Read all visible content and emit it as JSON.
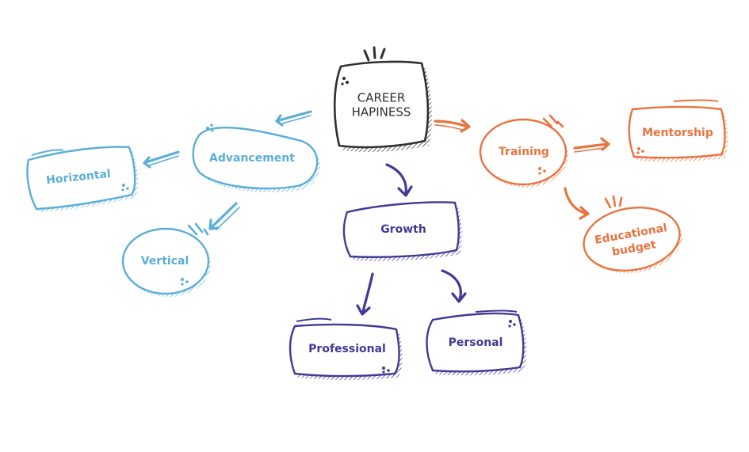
{
  "colors": {
    "center": "#2f2f2f",
    "blue": "#5aaed8",
    "indigo": "#3f3b96",
    "orange": "#e8733f"
  },
  "nodes": {
    "center": {
      "line1": "CAREER",
      "line2": "HAPINESS"
    },
    "advancement": "Advancement",
    "horizontal": "Horizontal",
    "vertical": "Vertical",
    "growth": "Growth",
    "professional": "Professional",
    "personal": "Personal",
    "training": "Training",
    "mentorship": "Mentorship",
    "educational": {
      "line1": "Educational",
      "line2": "budget"
    }
  }
}
